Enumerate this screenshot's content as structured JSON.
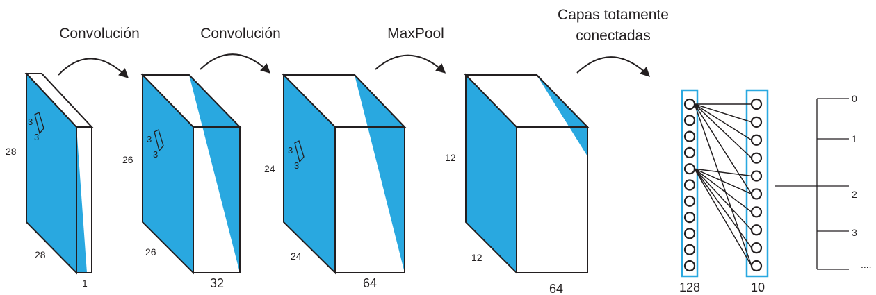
{
  "colors": {
    "accent": "#29a8e0",
    "ink": "#231f20",
    "background": "#ffffff"
  },
  "operations": [
    {
      "label": "Convolución",
      "icon": "curved-arrow-icon"
    },
    {
      "label": "Convolución",
      "icon": "curved-arrow-icon"
    },
    {
      "label": "MaxPool",
      "icon": "curved-arrow-icon"
    },
    {
      "label_line1": "Capas totamente",
      "label_line2": "conectadas",
      "icon": "curved-arrow-icon"
    }
  ],
  "volumes": [
    {
      "height": "28",
      "width": "28",
      "depth": "1",
      "kernel_h": "3",
      "kernel_w": "3"
    },
    {
      "height": "26",
      "width": "26",
      "depth": "32",
      "kernel_h": "3",
      "kernel_w": "3"
    },
    {
      "height": "24",
      "width": "24",
      "depth": "64",
      "kernel_h": "3",
      "kernel_w": "3"
    },
    {
      "height": "12",
      "width": "12",
      "depth": "64"
    }
  ],
  "dense_layers": [
    {
      "units": "128",
      "neurons_drawn": 11
    },
    {
      "units": "10",
      "neurons_drawn": 10
    }
  ],
  "outputs": {
    "labels": [
      "0",
      "1",
      "2",
      "3",
      "...."
    ]
  }
}
